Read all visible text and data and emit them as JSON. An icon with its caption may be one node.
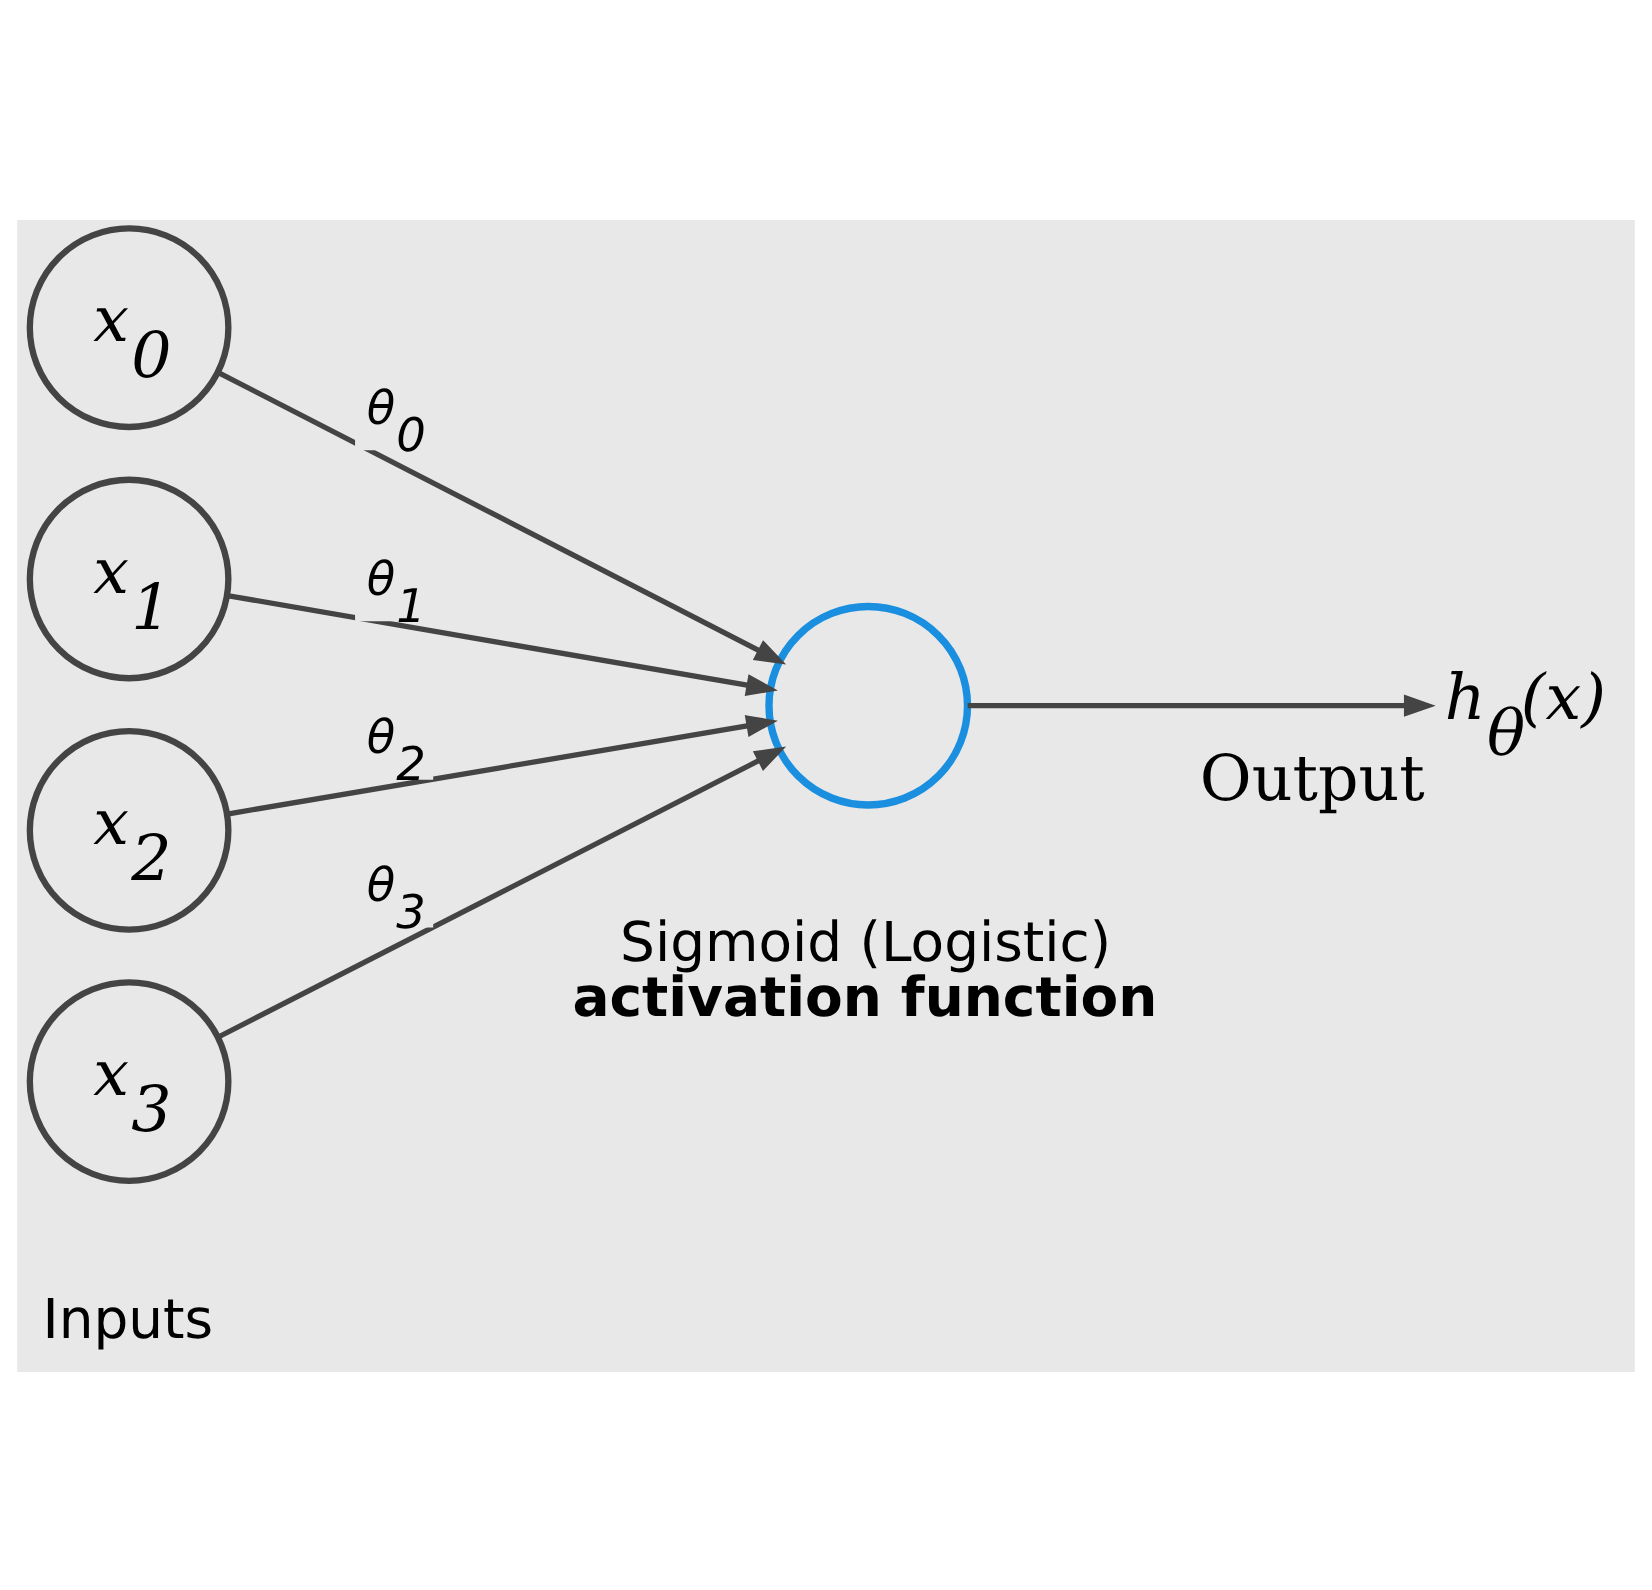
{
  "diagram": {
    "nodes": [
      {
        "text": [
          "x$_{0}$"
        ]
      },
      {
        "text": [
          "x$_{1}$"
        ]
      },
      {
        "text": [
          "x$_{2}$"
        ]
      },
      {
        "text": [
          "x$_{3}$"
        ]
      },
      {
        "text": [],
        "shape": "circle"
      },
      {
        "text": [
          "h$_{θ}$(x)"
        ],
        "beside": [
          "Output"
        ]
      }
    ],
    "edges": [
      {
        "from": 0,
        "to": 4,
        "arrow": "to",
        "label": "θ$_{0}$"
      },
      {
        "from": 1,
        "to": 4,
        "arrow": "to",
        "label": "θ$_{1}$"
      },
      {
        "from": 2,
        "to": 4,
        "arrow": "to",
        "label": "θ$_{2}$"
      },
      {
        "from": 3,
        "to": 4,
        "arrow": "to",
        "label": "θ$_{3}$"
      },
      {
        "from": 4,
        "to": 5,
        "arrow": "to"
      }
    ],
    "labels": [
      "Inputs",
      "Sigmoid (Logistic) **activation function**"
    ]
  }
}
